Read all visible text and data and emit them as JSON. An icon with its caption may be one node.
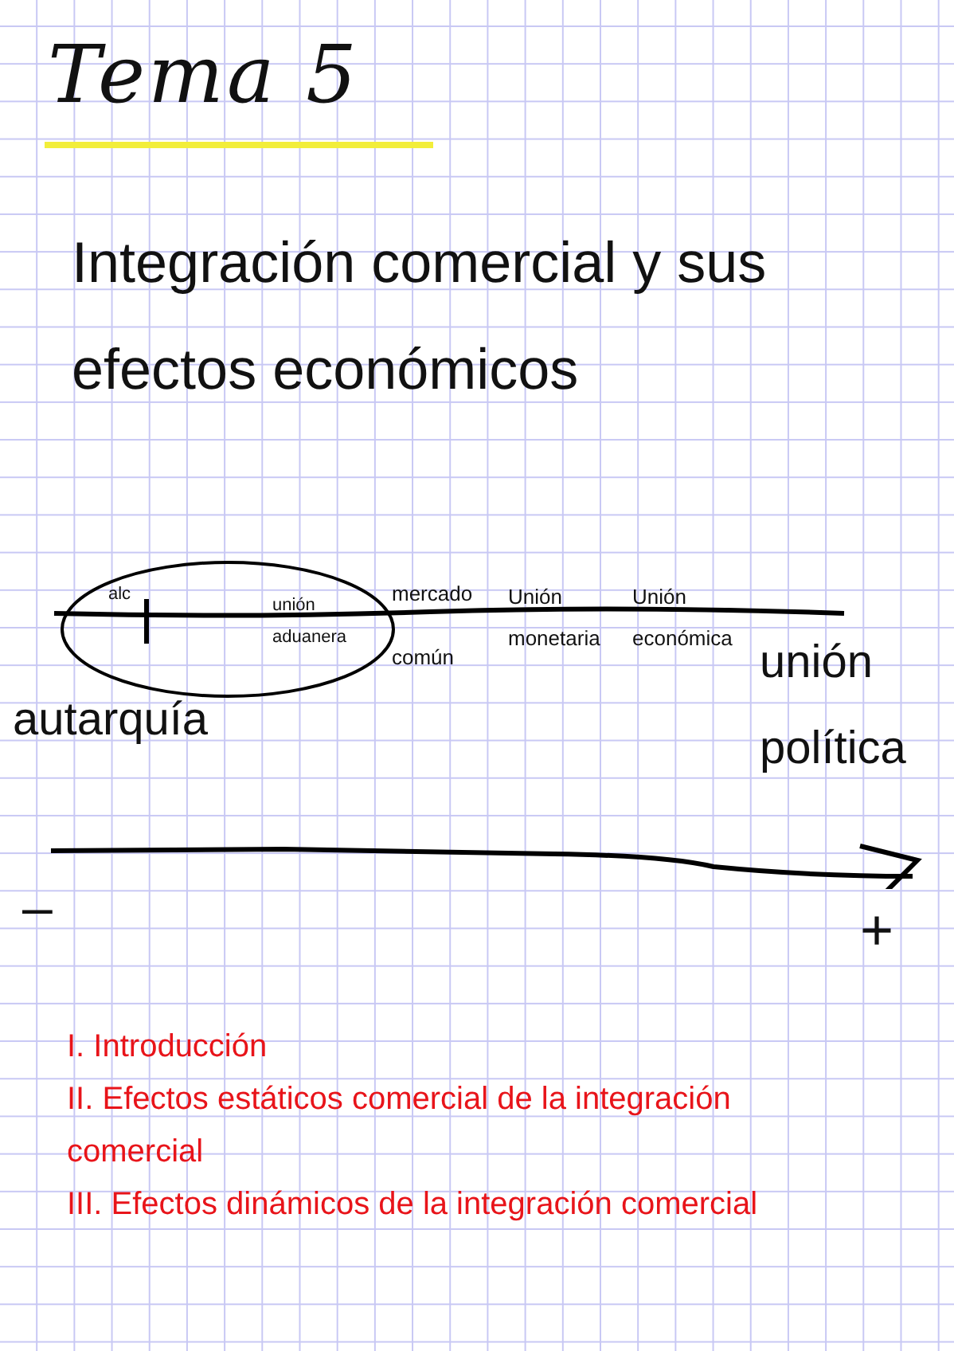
{
  "diagram": {
    "title": "Tema 5",
    "nodes": [
      {
        "text": [
          "alc",
          "unión aduanera"
        ]
      }
    ],
    "labels": [
      "Integración comercial y sus efectos económicos",
      "mercado común",
      "Unión monetaria",
      "Unión económica",
      "unión política",
      "autarquía",
      "–",
      "+",
      "I. Introducción",
      "II. Efectos estáticos comercial de la integración comercial",
      "III. Efectos dinámicos de la integración comercial"
    ]
  }
}
